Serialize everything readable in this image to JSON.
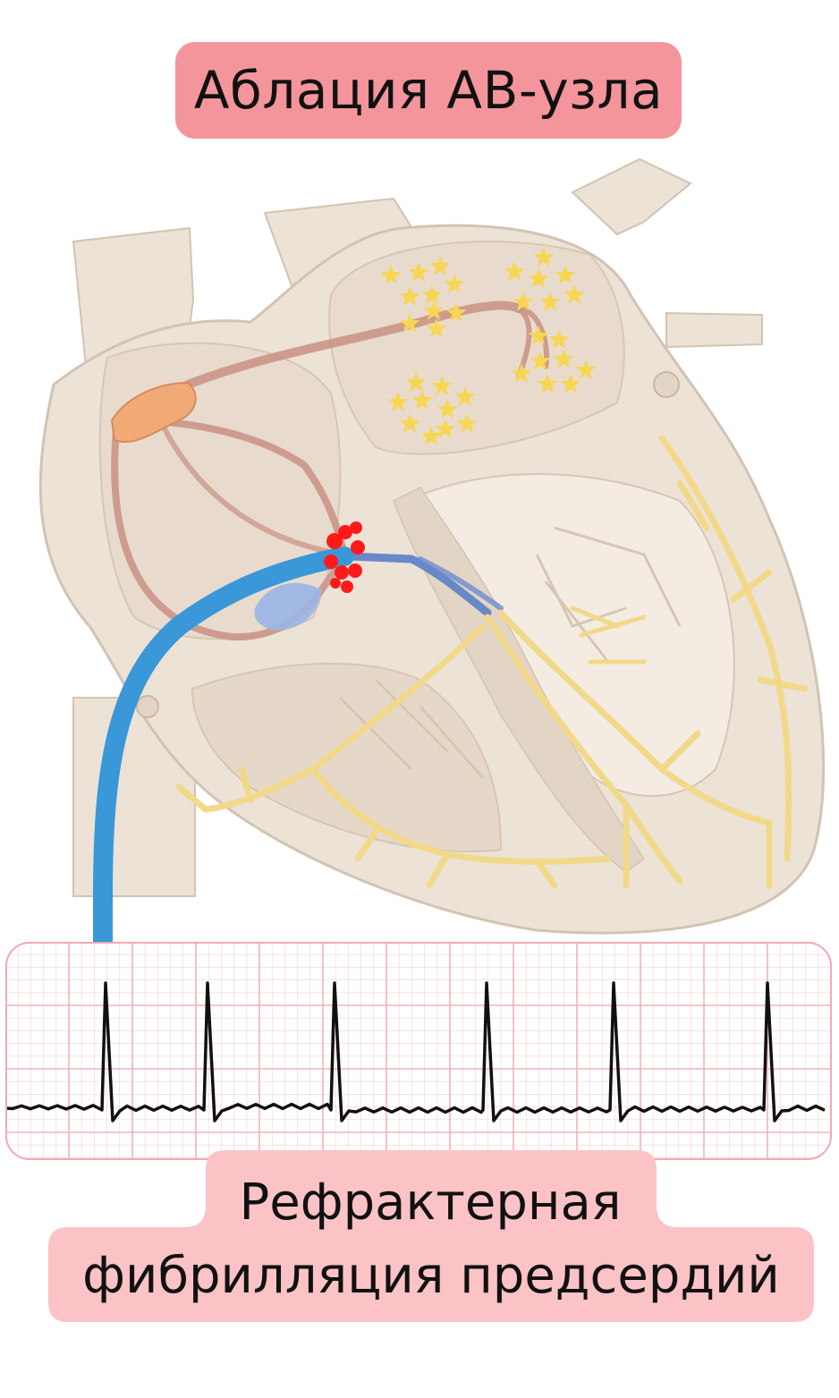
{
  "title": "Аблация АВ-узла",
  "caption": {
    "line1": "Рефрактерная",
    "line2": "фибрилляция предсердий"
  },
  "colors": {
    "title_bg": "#f4959b",
    "caption_bg": "#fbc3c6",
    "heart_tissue": "#ede2d6",
    "heart_outline": "#d3c3b3",
    "conduction_path": "#d19a8c",
    "sa_node": "#f1a976",
    "purkinje_fibers": "#f2d98a",
    "catheter": "#3a97d8",
    "ablation_points": "#ff1a1a",
    "fibrillation_stars": "#f7d654",
    "ecg_grid": "#f2aab1",
    "ecg_trace": "#111111"
  },
  "icons": {
    "fibrillation": "star-icon",
    "ablation": "ablation-dot-icon",
    "catheter": "catheter-icon"
  },
  "ecg": {
    "rhythm": "irregular",
    "qrs_complexes": 6
  }
}
